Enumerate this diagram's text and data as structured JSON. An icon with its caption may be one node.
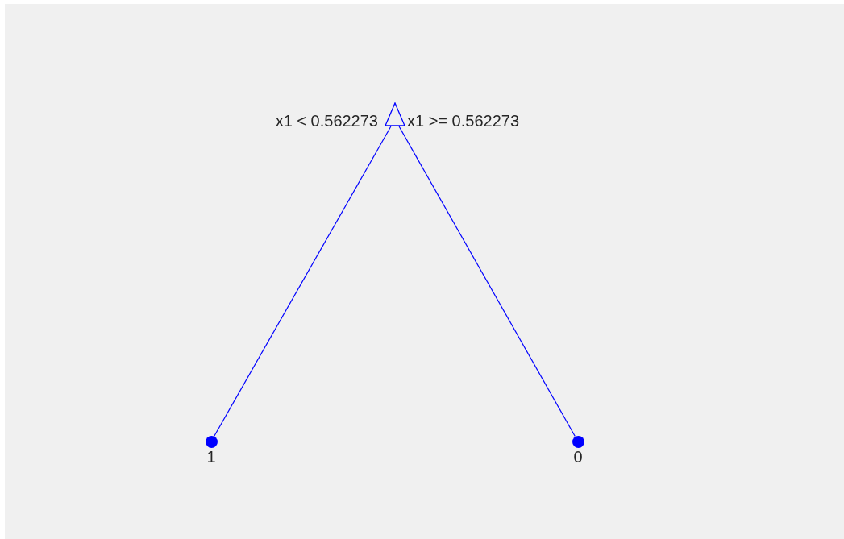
{
  "diagram": {
    "nodes": [
      {
        "text": [],
        "shape": "triangle",
        "beside": [
          "x1 < 0.562273",
          "x1 >= 0.562273"
        ]
      },
      {
        "text": [],
        "shape": "circle",
        "beside": [
          "1"
        ]
      },
      {
        "text": [],
        "shape": "circle",
        "beside": [
          "0"
        ]
      }
    ],
    "edges": [
      {
        "from": 0,
        "to": 1,
        "arrow": "none"
      },
      {
        "from": 0,
        "to": 2,
        "arrow": "none"
      }
    ]
  }
}
